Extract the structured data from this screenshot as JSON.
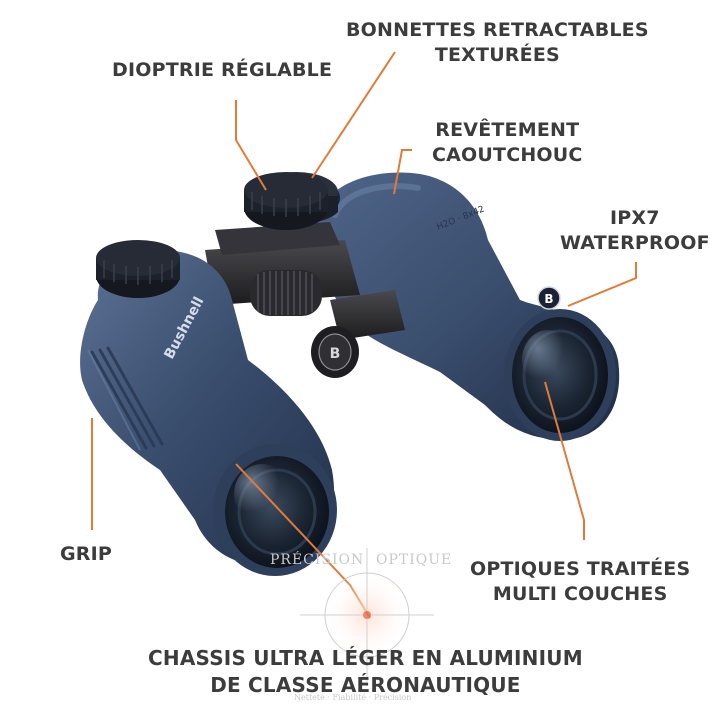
{
  "image": {
    "brand": "Bushnell",
    "badge_letter": "B",
    "colors": {
      "body": "#3a4e6e",
      "body_shadow": "#22314b",
      "body_highlight": "#5d7396",
      "lens": "#1b2533",
      "metal": "#2b2b2e",
      "callout_line": "#e07b39",
      "text": "#3c3c3c"
    }
  },
  "labels": {
    "diopter": "DIOPTRIE RÉGLABLE",
    "eyecups_line1": "BONNETTES RETRACTABLES",
    "eyecups_line2": "TEXTURÉES",
    "rubber_line1": "REVÊTEMENT",
    "rubber_line2": "CAOUTCHOUC",
    "waterproof_line1": "IPX7",
    "waterproof_line2": "WATERPROOF",
    "grip": "GRIP",
    "optics_line1": "OPTIQUES TRAITÉES",
    "optics_line2": "MULTI COUCHES",
    "chassis_line1": "CHASSIS ULTRA LÉGER EN ALUMINIUM",
    "chassis_line2": "DE CLASSE AÉRONAUTIQUE"
  },
  "watermark": {
    "left": "PRÉCISION",
    "right": "OPTIQUE",
    "tagline": "Netteté · Fiabilité · Précision"
  }
}
